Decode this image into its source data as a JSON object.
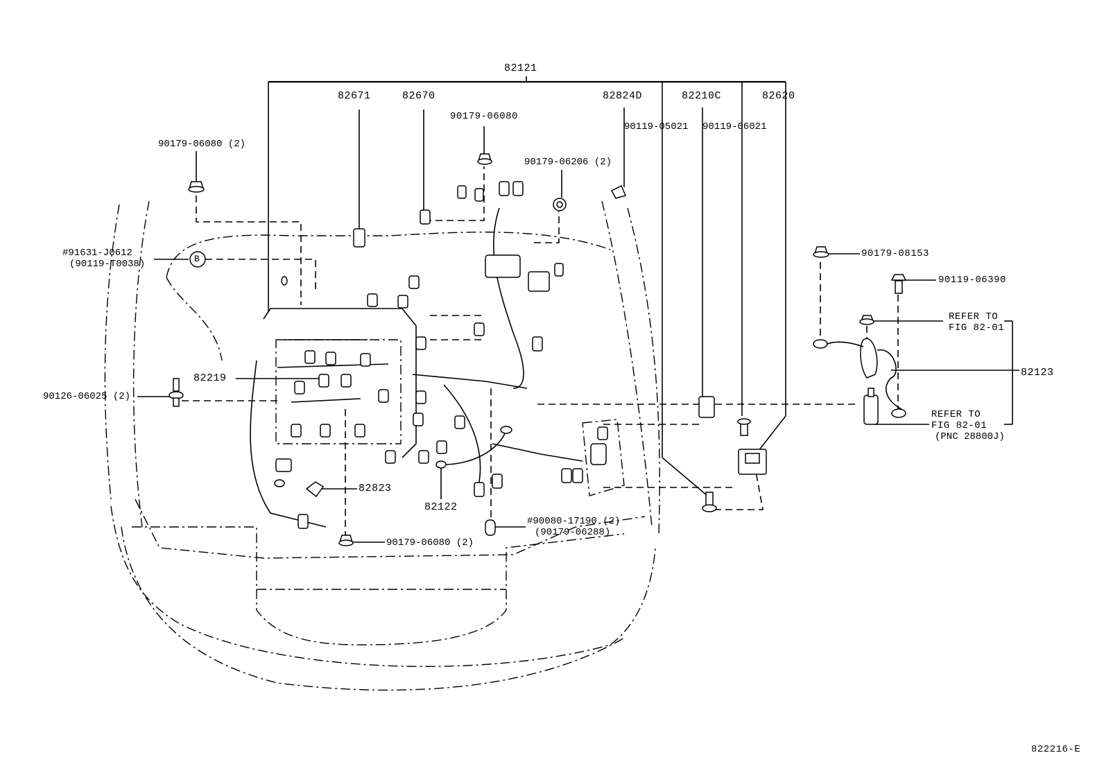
{
  "diagram": {
    "title": "Engine room wire harness",
    "figure_code": "822216-E",
    "parts": {
      "p82121": "82121",
      "p82671": "82671",
      "p82670": "82670",
      "p82824D": "82824D",
      "p82210C": "82210C",
      "p82620": "82620",
      "p90179_06080_top": "90179-06080",
      "p90119_05021": "90119-05021",
      "p90119_06021": "90119-06021",
      "p90179_06080_2_left": "90179-06080 (2)",
      "p90179_06206_2": "90179-06206 (2)",
      "p91631_J0612": "#91631-J0612",
      "p90119_T0038": "(90119-T0038)",
      "callout_B": "B",
      "p90179_08153": "90179-08153",
      "p90119_06390": "90119-06390",
      "refer_to_1a": "REFER TO",
      "refer_to_1b": "FIG 82-01",
      "p82123": "82123",
      "refer_to_2a": "REFER TO",
      "refer_to_2b": "FIG 82-01",
      "refer_to_2c": "(PNC 28800J)",
      "p82219": "82219",
      "p90126_06025_2": "90126-06025 (2)",
      "p82823": "82823",
      "p82122": "82122",
      "p90080_17190_2": "#90080-17190 (2)",
      "p90179_06288": "(90179-06288)",
      "p90179_06080_2_bottom": "90179-06080 (2)"
    }
  }
}
